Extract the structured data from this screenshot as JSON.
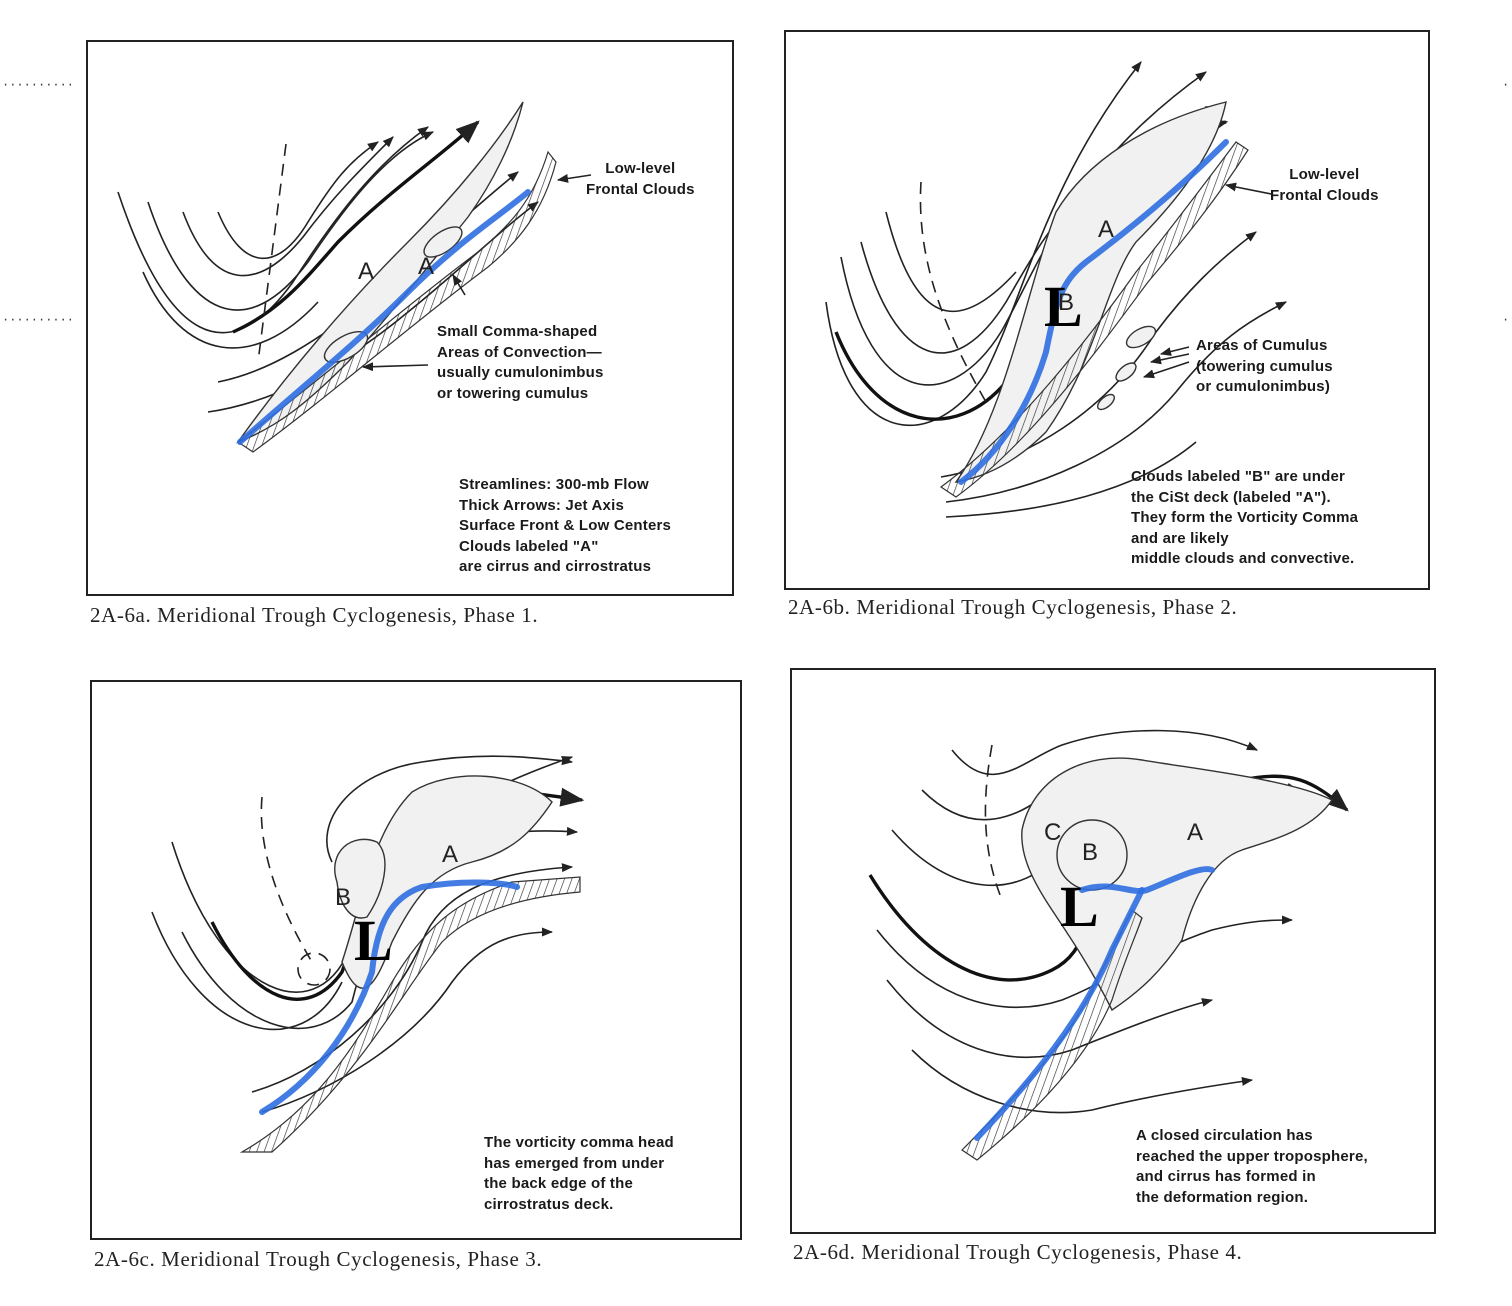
{
  "figure": {
    "panels": [
      {
        "id": "a",
        "caption": "2A-6a. Meridional Trough Cyclogenesis, Phase 1.",
        "labels": [
          "A",
          "A"
        ],
        "note_frontal": "Low-level\nFrontal Clouds",
        "note_convection": "Small Comma-shaped\nAreas of Convection—\nusually cumulonimbus\nor towering cumulus",
        "legend": "Streamlines: 300-mb Flow\nThick Arrows: Jet Axis\nSurface Front & Low Centers\nClouds labeled \"A\"\nare cirrus and cirrostratus"
      },
      {
        "id": "b",
        "caption": "2A-6b. Meridional Trough Cyclogenesis, Phase 2.",
        "labels": [
          "A",
          "B"
        ],
        "low_symbol": "L",
        "note_frontal": "Low-level\nFrontal Clouds",
        "note_cumulus": "Areas of Cumulus\n(towering cumulus\nor cumulonimbus)",
        "legend": "Clouds labeled \"B\" are under\nthe CiSt deck (labeled \"A\").\nThey form the Vorticity Comma\nand are likely\nmiddle clouds and convective."
      },
      {
        "id": "c",
        "caption": "2A-6c. Meridional Trough Cyclogenesis, Phase 3.",
        "labels": [
          "A",
          "B"
        ],
        "low_symbol": "L",
        "legend": "The vorticity comma head\nhas emerged from under\nthe back edge of the\ncirrostratus deck."
      },
      {
        "id": "d",
        "caption": "2A-6d. Meridional Trough Cyclogenesis, Phase 4.",
        "labels": [
          "A",
          "B",
          "C"
        ],
        "low_symbol": "L",
        "legend": "A closed circulation has\nreached the upper troposphere,\nand cirrus has formed in\nthe deformation region."
      }
    ]
  },
  "colors": {
    "surface_front": "#2f6fe0",
    "ink": "#222222"
  }
}
